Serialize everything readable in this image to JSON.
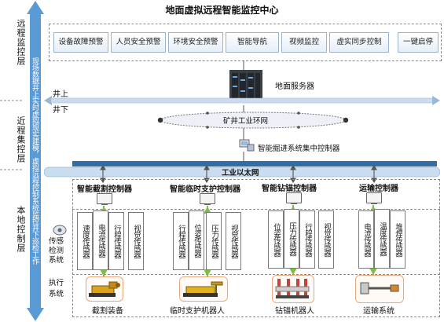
{
  "title": "地面虚拟远程智能监控中心",
  "layers": {
    "remote": "远程监控层",
    "near": "近程集控层",
    "local": "本地控制层"
  },
  "vertical_arrow_text": "现场数据井上实时虚拟现实建模，虚拟远程控制系统监控井下巡检工作",
  "features": [
    "设备故障预警",
    "人员安全预警",
    "环境安全预警",
    "智能导航",
    "视频监控",
    "虚实同步控制",
    "一键启停"
  ],
  "ground_server": "地面服务器",
  "well_above": "井上",
  "well_below": "井下",
  "ring_network": "矿井工业环网",
  "centralized_controller": "智能掘进系统集中控制器",
  "industrial_ethernet": "工业以太网",
  "controllers": [
    "智能截割控制器",
    "智能临时支护控制器",
    "智能钻锚控制器",
    "运输控制器"
  ],
  "sensing_system": "传感检测系统",
  "execution_system": "执行系统",
  "sensor_groups": [
    [
      "速度传感器",
      "电流传感器",
      "行程传感器",
      "视觉传感器"
    ],
    [
      "行程传感器",
      "位姿传感器",
      "压力传感器",
      "视觉传感器"
    ],
    [
      "位姿传感器",
      "压力传感器",
      "行程传感器",
      "视觉传感器"
    ],
    [
      "电流传感器",
      "温度传感器",
      "堆焊传感器"
    ]
  ],
  "devices": [
    "截割装备",
    "临时支护机器人",
    "钻锚机器人",
    "运输系统"
  ],
  "colors": {
    "arrow_blue": "#5b9bd5",
    "bus_fill": "#c9dcf0",
    "device_border": "#e8a87c",
    "line_green": "#7bc043"
  }
}
